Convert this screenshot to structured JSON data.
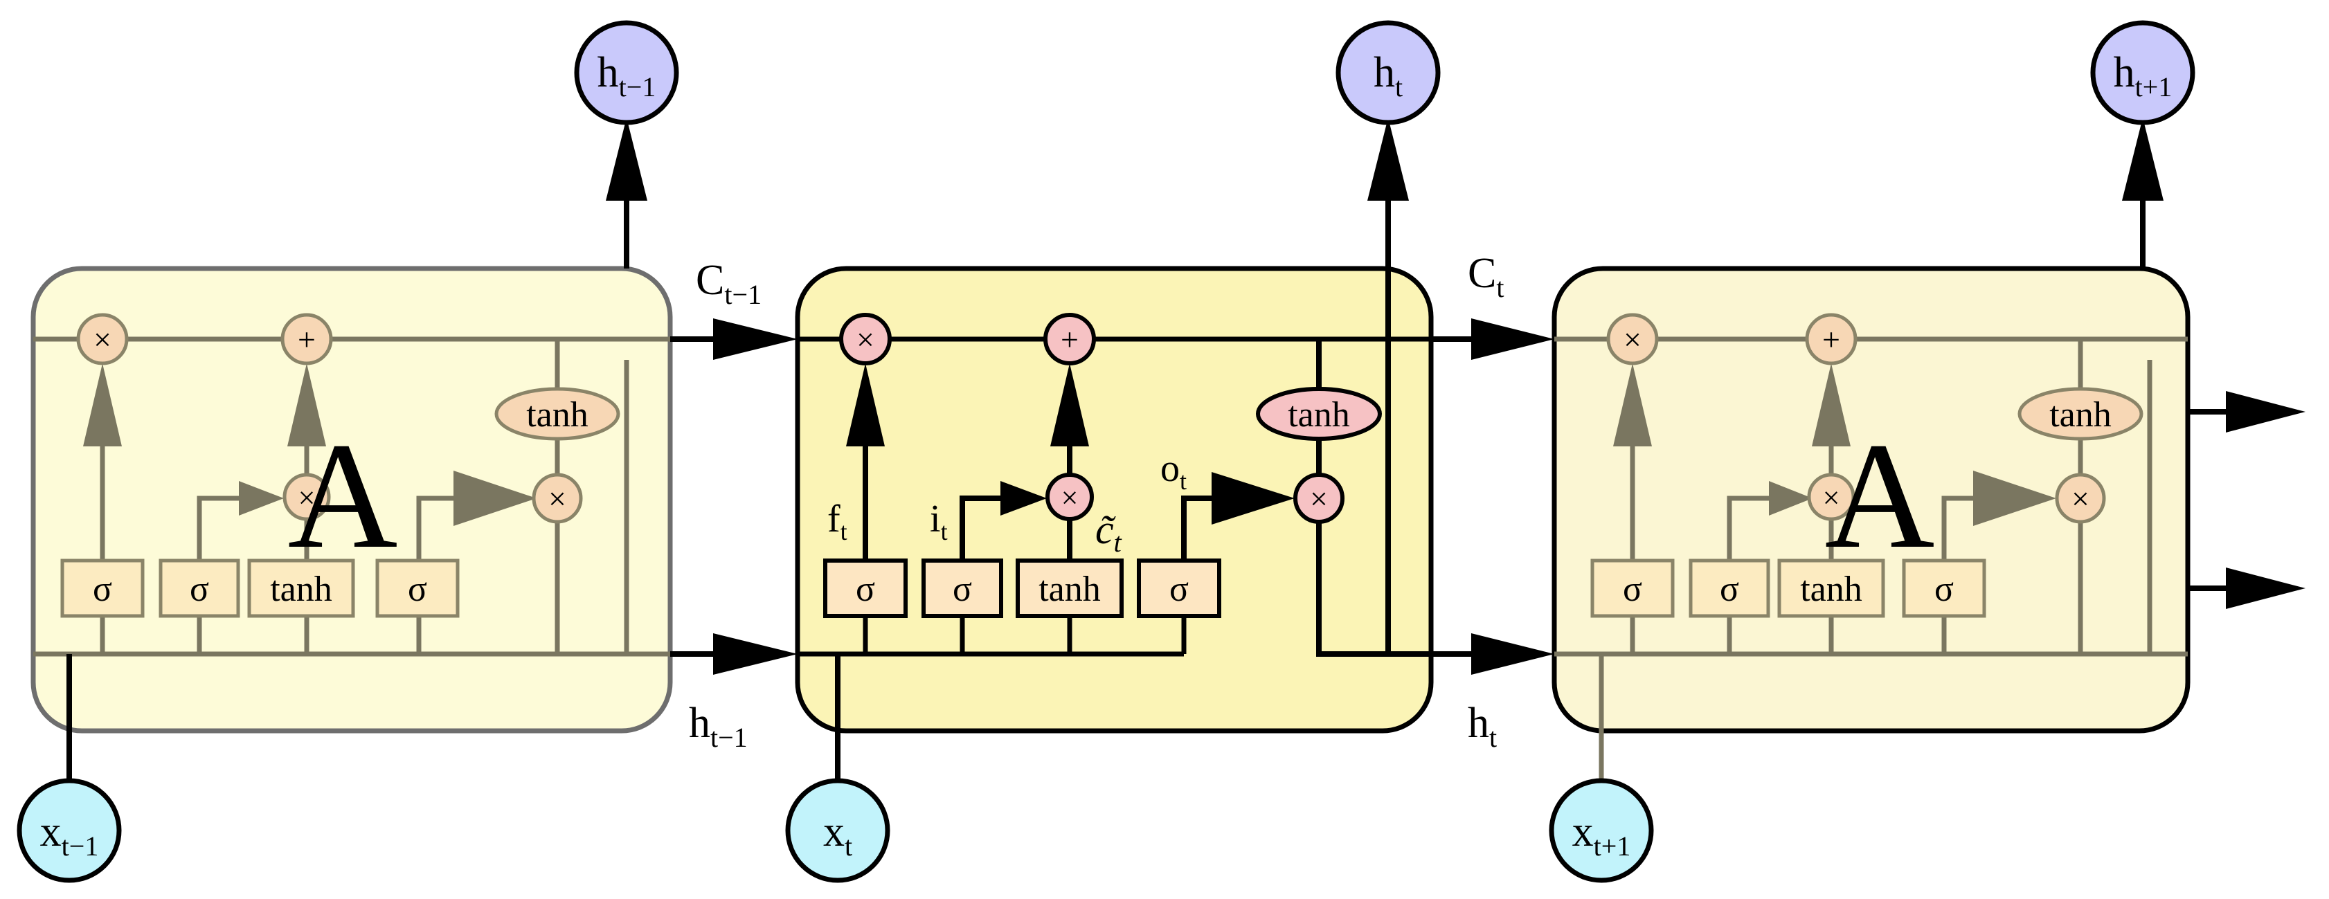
{
  "colors": {
    "cell_left_fill": "#fdfbd8",
    "cell_mid_fill": "#fbf4b6",
    "cell_right_fill": "#fbf6d3",
    "input_node": "#c2f3fb",
    "output_node": "#c9c9fb",
    "gate_box": "#fde6c2",
    "op_mid": "#f6c2c4",
    "op_faded": "#f7d7b5",
    "line_dark": "#000000",
    "line_faded": "#7a7660"
  },
  "cells": {
    "left": {
      "big_label": "A",
      "gates": [
        "σ",
        "σ",
        "tanh",
        "σ"
      ],
      "tanh_label": "tanh",
      "op_multiply": "×",
      "op_add": "+"
    },
    "middle": {
      "gates": [
        "σ",
        "σ",
        "tanh",
        "σ"
      ],
      "tanh_label": "tanh",
      "op_multiply": "×",
      "op_add": "+",
      "gate_labels": {
        "forget": {
          "main": "f",
          "sub": "t"
        },
        "input": {
          "main": "i",
          "sub": "t"
        },
        "candidate": "c̃",
        "candidate_sub": "t",
        "output": {
          "main": "o",
          "sub": "t"
        }
      }
    },
    "right": {
      "big_label": "A",
      "gates": [
        "σ",
        "σ",
        "tanh",
        "σ"
      ],
      "tanh_label": "tanh",
      "op_multiply": "×",
      "op_add": "+"
    }
  },
  "inputs": [
    {
      "main": "x",
      "sub": "t−1"
    },
    {
      "main": "x",
      "sub": "t"
    },
    {
      "main": "x",
      "sub": "t+1"
    }
  ],
  "outputs": [
    {
      "main": "h",
      "sub": "t−1"
    },
    {
      "main": "h",
      "sub": "t"
    },
    {
      "main": "h",
      "sub": "t+1"
    }
  ],
  "connections": {
    "cell_state_1": {
      "main": "C",
      "sub": "t−1"
    },
    "hidden_1": {
      "main": "h",
      "sub": "t−1"
    },
    "cell_state_2": {
      "main": "C",
      "sub": "t"
    },
    "hidden_2": {
      "main": "h",
      "sub": "t"
    }
  }
}
